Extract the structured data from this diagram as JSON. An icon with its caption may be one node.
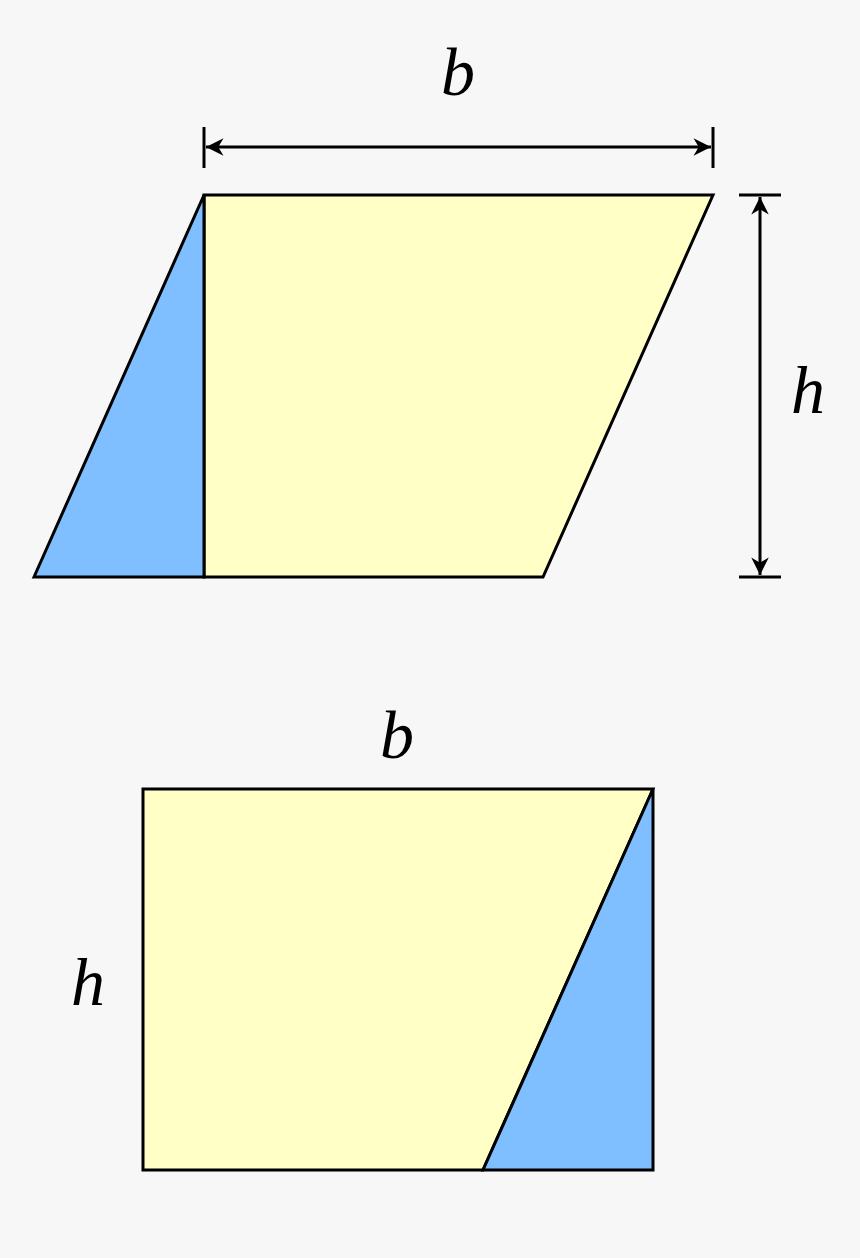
{
  "diagram": {
    "labels": [
      "b",
      "h",
      "b",
      "h"
    ]
  }
}
